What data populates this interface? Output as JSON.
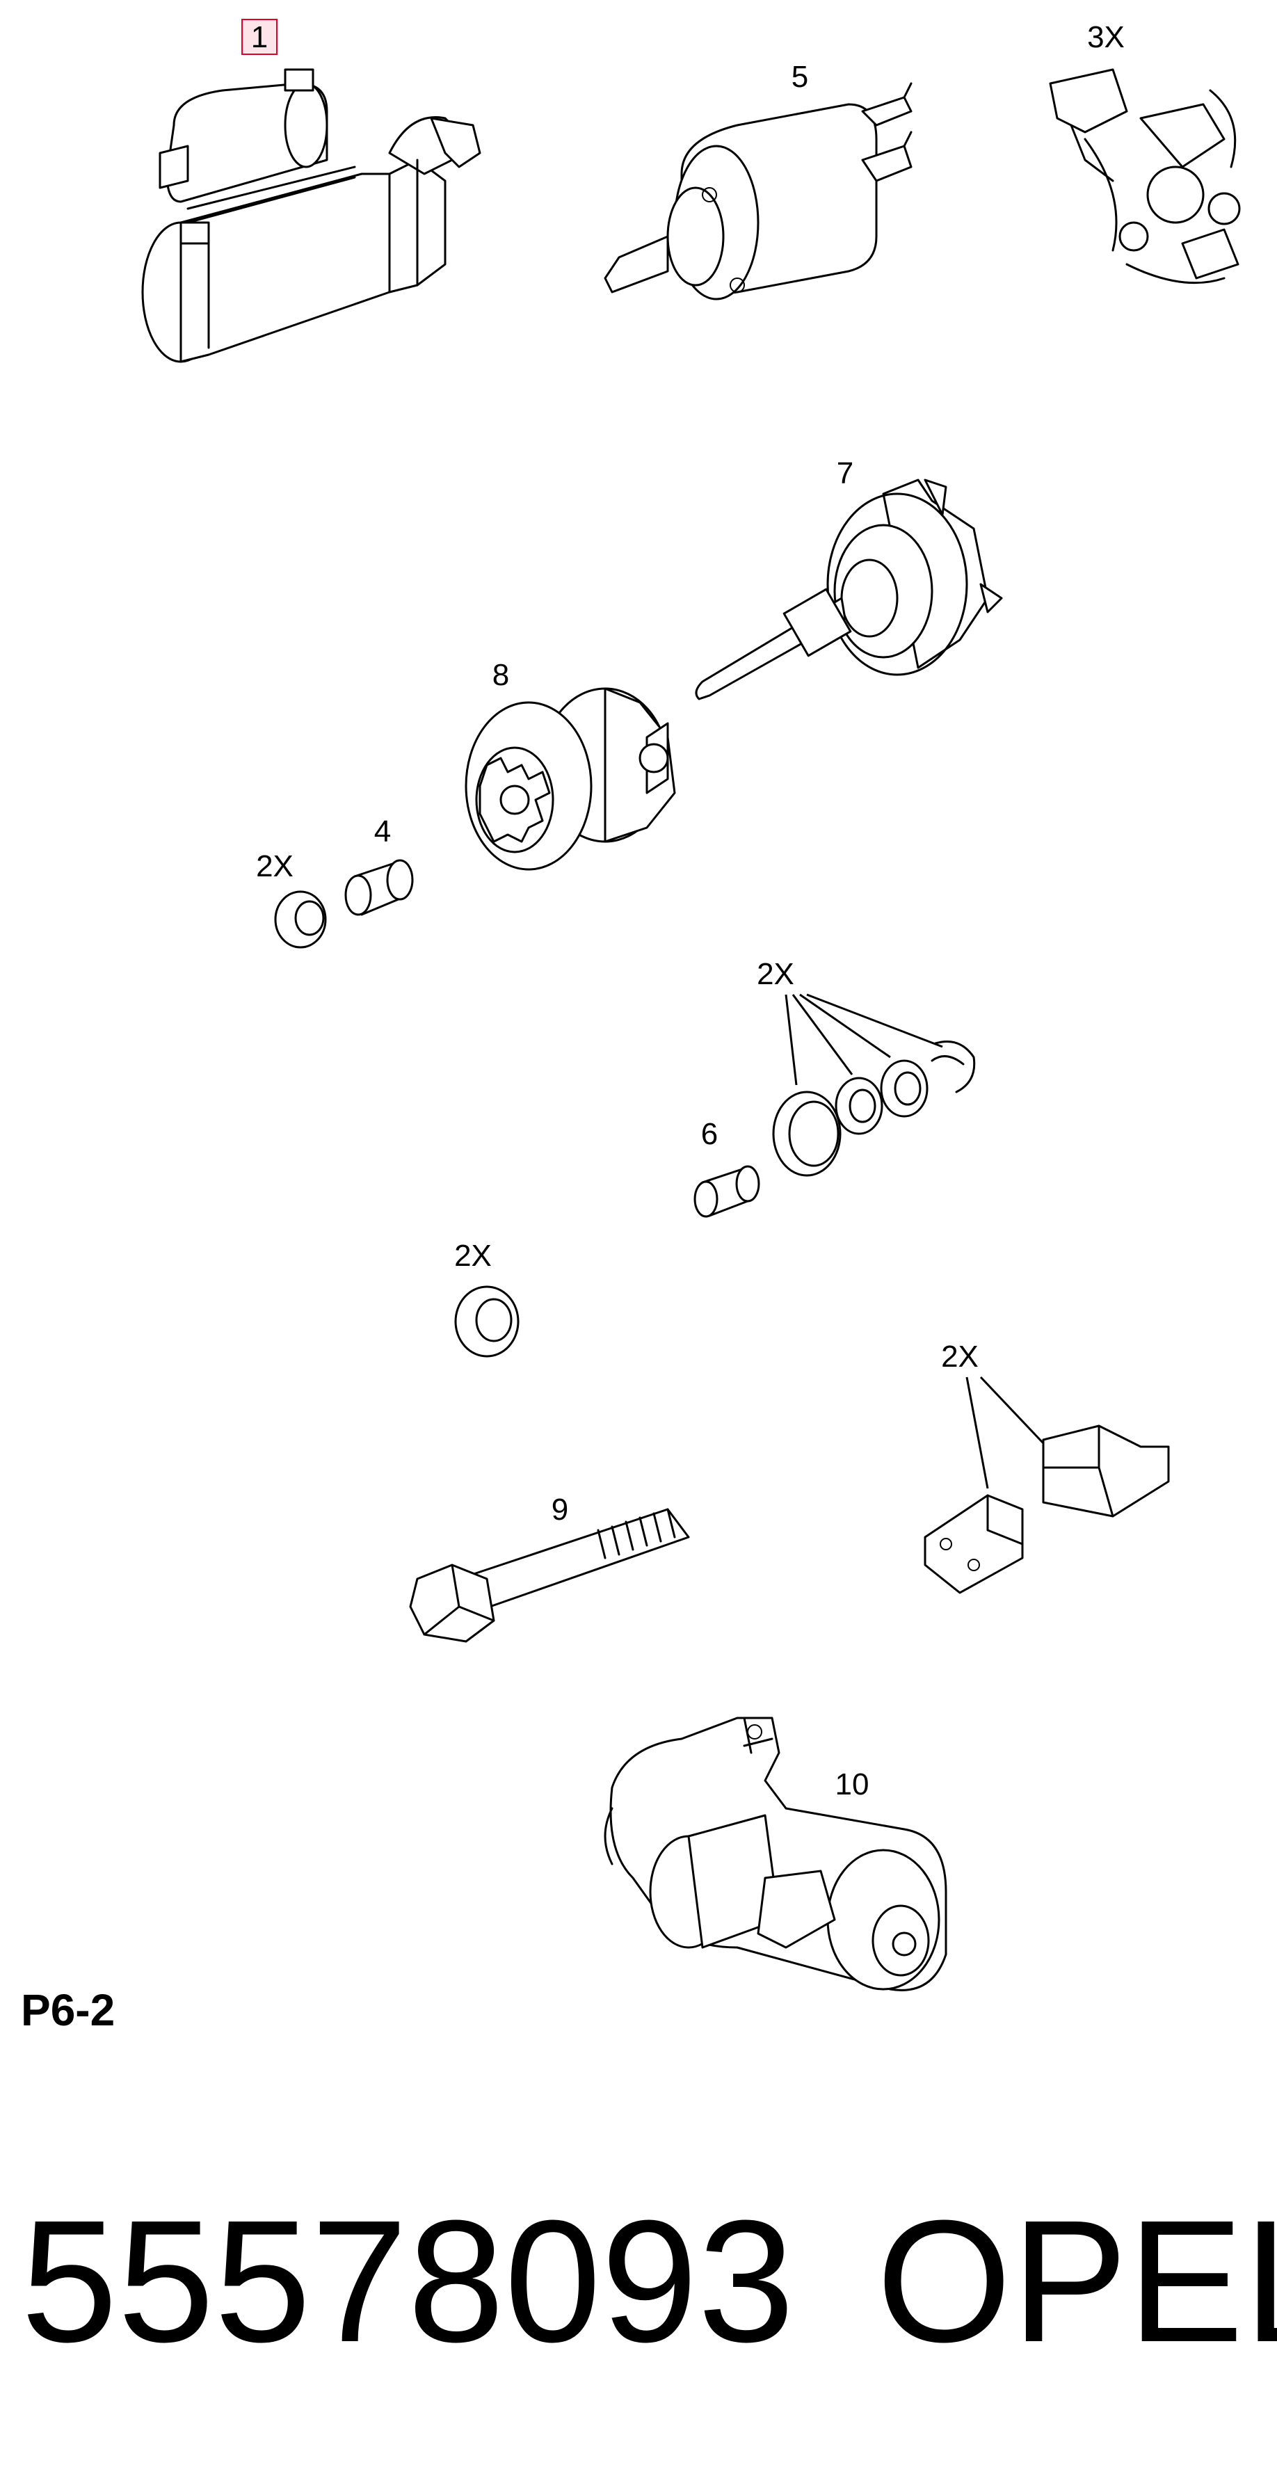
{
  "callouts": {
    "c1": "1",
    "c5": "5",
    "c3x": "3X",
    "c7": "7",
    "c8": "8",
    "c4": "4",
    "c2x_a": "2X",
    "c2x_b": "2X",
    "c6": "6",
    "c2x_c": "2X",
    "c2x_d": "2X",
    "c9": "9",
    "c10": "10"
  },
  "code_label": "P6-2",
  "footer": {
    "part_number": "55578093",
    "brand": "OPEL"
  },
  "colors": {
    "highlight_border": "#e0002a",
    "highlight_fill": "#fde4e8",
    "line": "#000000"
  }
}
